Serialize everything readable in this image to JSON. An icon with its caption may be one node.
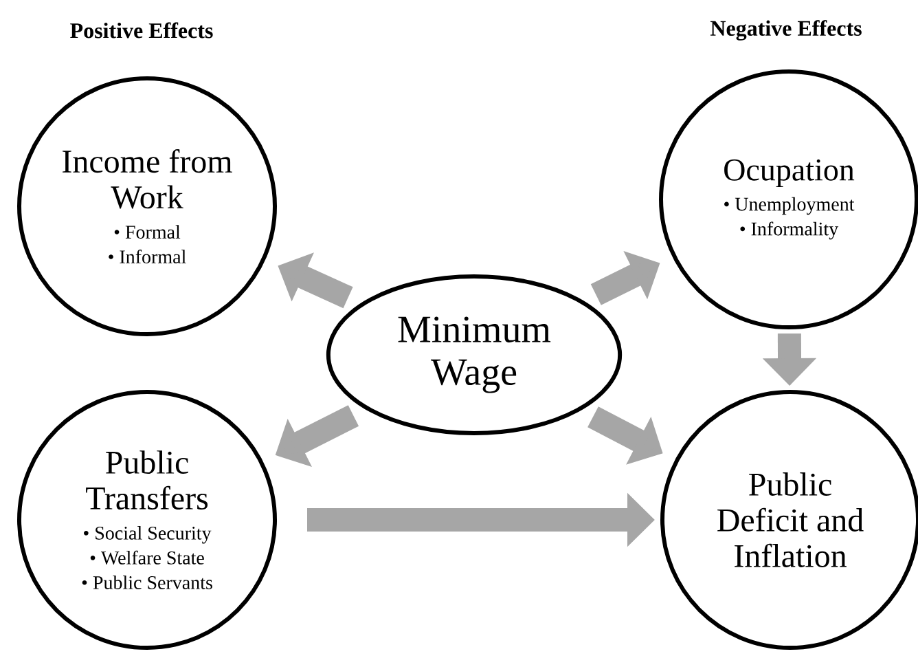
{
  "diagram": {
    "nodes": [
      {
        "text": [
          "Income from Work",
          "• Formal",
          "• Informal"
        ]
      },
      {
        "text": [
          "Ocupation",
          "• Unemployment",
          "• Informality"
        ]
      },
      {
        "text": [
          "Minimum Wage"
        ]
      },
      {
        "text": [
          "Public Transfers",
          "• Social Security",
          "• Welfare State",
          "• Public Servants"
        ]
      },
      {
        "text": [
          "Public Deficit and Inflation"
        ]
      }
    ],
    "edges": [
      {
        "from": 2,
        "to": 0,
        "arrow": "to"
      },
      {
        "from": 2,
        "to": 1,
        "arrow": "to"
      },
      {
        "from": 2,
        "to": 3,
        "arrow": "to"
      },
      {
        "from": 2,
        "to": 4,
        "arrow": "to"
      },
      {
        "from": 1,
        "to": 4,
        "arrow": "to"
      },
      {
        "from": 3,
        "to": 4,
        "arrow": "to"
      }
    ],
    "labels": [
      "Positive Effects",
      "Negative Effects"
    ]
  }
}
